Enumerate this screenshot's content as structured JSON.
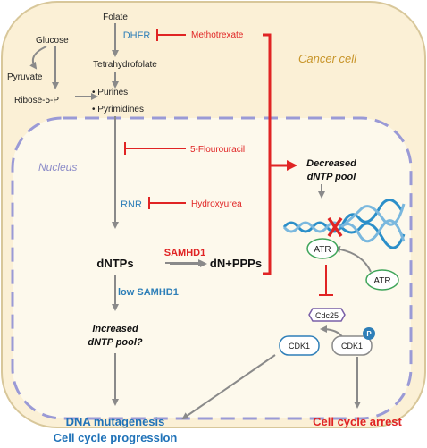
{
  "labels": {
    "folate": "Folate",
    "dhfr": "DHFR",
    "methotrexate": "Methotrexate",
    "cancer_cell": "Cancer cell",
    "glucose": "Glucose",
    "pyruvate": "Pyruvate",
    "tetrahydrofolate": "Tetrahydrofolate",
    "ribose5p": "Ribose-5-P",
    "purines": "• Purines",
    "pyrimidines": "• Pyrimidines",
    "nucleus": "Nucleus",
    "fluorouracil": "5-Flourouracil",
    "decreased_line1": "Decreased",
    "decreased_line2": "dNTP pool",
    "rnr": "RNR",
    "hydroxyurea": "Hydroxyurea",
    "atr_inner": "ATR",
    "atr_outer": "ATR",
    "samhd1": "SAMHD1",
    "dntps": "dNTPs",
    "dn_ppps": "dN+PPPs",
    "low_samhd1": "low SAMHD1",
    "cdc25": "Cdc25",
    "cdk1_left": "CDK1",
    "cdk1_right": "CDK1",
    "phospho": "P",
    "increased_line1": "Increased",
    "increased_line2": "dNTP pool?",
    "outcome_dna_mutagenesis": "DNA mutagenesis",
    "outcome_cell_cycle_progression": "Cell cycle progression",
    "outcome_cell_cycle_arrest": "Cell cycle arrest"
  },
  "colors": {
    "cell_fill": "#fbf0d6",
    "cell_border": "#d8c79a",
    "nucleus_fill": "#fdf9ec",
    "nucleus_border": "#9a9ad6",
    "arrow_gray": "#8a8a8a",
    "inhibitor_red": "#e02424",
    "enzyme_blue": "#2e7fb8",
    "outcome_blue": "#1f72b8",
    "atr_green": "#3fa55a",
    "cdc25_purple": "#7a60a8",
    "dna_blue": "#2b8fc9",
    "cancer_cell_text": "#c8952a",
    "nucleus_text": "#8c8cc8"
  }
}
